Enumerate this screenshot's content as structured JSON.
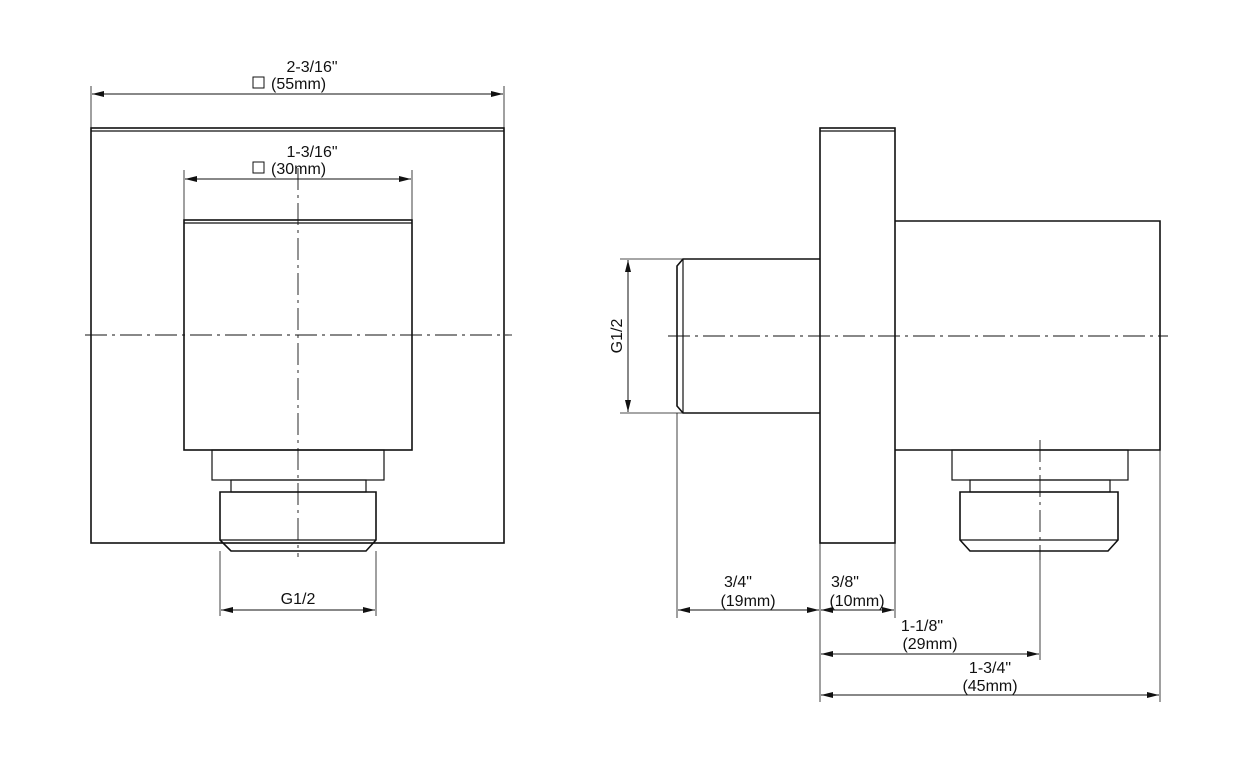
{
  "front_view": {
    "overall_width": {
      "imperial": "2-3/16\"",
      "metric": "(55mm)"
    },
    "inner_width": {
      "imperial": "1-3/16\"",
      "metric": "(30mm)"
    },
    "thread": "G1/2",
    "square_symbol": "□"
  },
  "side_view": {
    "thread": "G1/2",
    "inlet_length": {
      "imperial": "3/4\"",
      "metric": "(19mm)"
    },
    "flange_thickness": {
      "imperial": "3/8\"",
      "metric": "(10mm)"
    },
    "outlet_offset": {
      "imperial": "1-1/8\"",
      "metric": "(29mm)"
    },
    "overall_depth": {
      "imperial": "1-3/4\"",
      "metric": "(45mm)"
    }
  }
}
